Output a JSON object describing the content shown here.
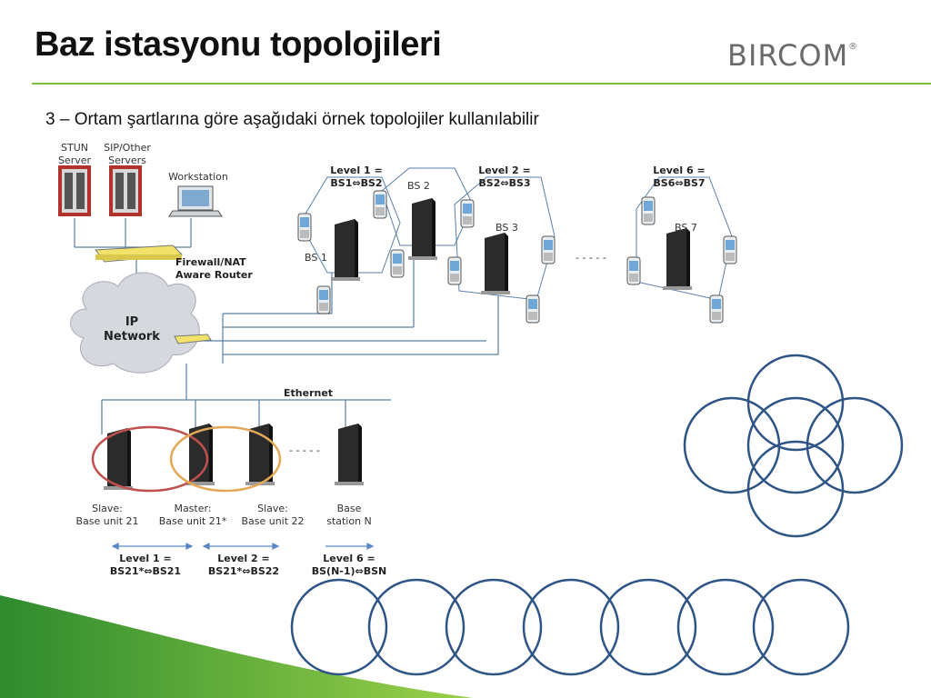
{
  "slide": {
    "title": "Baz istasyonu topolojileri",
    "subtitle": "3 – Ortam şartlarına göre aşağıdaki örnek topolojiler kullanılabilir"
  },
  "logo": {
    "text": "BIRCOM",
    "mark": "®"
  },
  "diagram": {
    "stun": [
      "STUN",
      "Server"
    ],
    "sip": [
      "SIP/Other",
      "Servers"
    ],
    "workstation": "Workstation",
    "firewall": [
      "Firewall/NAT",
      "Aware Router"
    ],
    "ipnetwork": [
      "IP",
      "Network"
    ],
    "ethernet": "Ethernet",
    "level1_top": [
      "Level 1 =",
      "BS1⇔BS2"
    ],
    "level2_top": [
      "Level 2 =",
      "BS2⇔BS3"
    ],
    "level6_top": [
      "Level 6 =",
      "BS6⇔BS7"
    ],
    "bs1": "BS 1",
    "bs2": "BS 2",
    "bs3": "BS 3",
    "bs7": "BS 7",
    "dashes": "- - - - -",
    "slave21": [
      "Slave:",
      "Base unit 21"
    ],
    "master21": [
      "Master:",
      "Base unit 21*"
    ],
    "slave22": [
      "Slave:",
      "Base unit 22"
    ],
    "basen": [
      "Base",
      "station N"
    ],
    "level1_bottom": [
      "Level 1 =",
      "BS21*⇔BS21"
    ],
    "level2_bottom": [
      "Level 2 =",
      "BS21*⇔BS22"
    ],
    "level6_bottom": [
      "Level 6 =",
      "BS(N-1)⇔BSN"
    ]
  },
  "colors": {
    "accent_green": "#7fbf3f",
    "circle_blue": "#2f5486",
    "ellipse_red": "#c0504d",
    "ellipse_orange": "#e3a857"
  }
}
